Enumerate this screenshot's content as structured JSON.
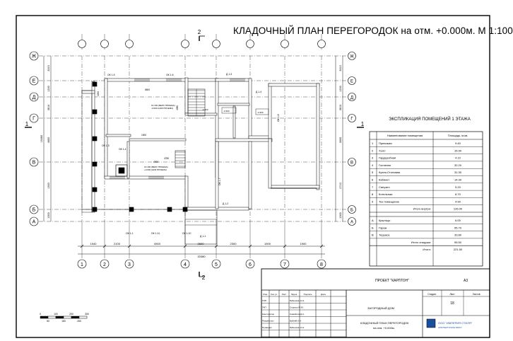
{
  "sheet": {
    "title": "КЛАДОЧНЫЙ ПЛАН ПЕРЕГОРОДОК на отм. +0.000м. М 1:100",
    "section_marks": [
      "2",
      "1",
      "1",
      "2"
    ],
    "scale_labels": [
      "0",
      "100",
      "200",
      "300",
      "50",
      "150",
      "250"
    ]
  },
  "grid": {
    "vertical_axes": [
      "1",
      "2",
      "3",
      "4",
      "5",
      "6",
      "7",
      "8"
    ],
    "horizontal_axes": [
      "Ж",
      "Е",
      "Д",
      "Г",
      "В",
      "Б",
      "А"
    ],
    "bottom_dims_1": [
      "1940",
      "2100",
      "4900",
      "2800",
      "2300",
      "1900",
      "1900"
    ],
    "bottom_total": "20380",
    "left_dims": [
      "3310",
      "1200",
      "3610",
      "4600",
      "1300",
      "1000"
    ],
    "left_total": "15460",
    "right_dims": [
      "3310",
      "1200",
      "3610",
      "3000",
      "2710",
      "1000"
    ]
  },
  "plan_labels": {
    "walls": [
      "ОК 1-5",
      "ОК 1-6",
      "Д 1-3",
      "Д 1-4",
      "ОК 1-3",
      "ОК 1-4",
      "ОК 1-1",
      "ОК 1-11",
      "ОК 1-10",
      "Д 1-1",
      "Д 1-2",
      "ОК 1-7",
      "ОК 1-8"
    ],
    "notes": [
      "±0.160 (ВЕРХ ПРОЕМА)",
      "-0.090 (НИЗ ПРОЕМА)",
      "±0.160 (ВЕРХ ПРОЕМА)",
      "+0.000 (НИЗ ПРОЕМА)",
      "-0.300",
      "-0.300",
      "-0.300"
    ],
    "dims": [
      "6800",
      "4380",
      "4500",
      "4780",
      "1200",
      "1500"
    ]
  },
  "explication": {
    "title": "ЭКСПЛИКАЦИЯ ПОМЕЩЕНИЙ 1 ЭТАЖА",
    "headers": [
      "Наименование помещения",
      "Площадь, м.кв."
    ],
    "rows": [
      [
        "1",
        "Прихожая",
        "9.40"
      ],
      [
        "2",
        "Холл",
        "15.90"
      ],
      [
        "3",
        "Гардеробная",
        "4.10"
      ],
      [
        "4",
        "Гостиная",
        "32.20"
      ],
      [
        "5",
        "Кухня-Столовая",
        "31.30"
      ],
      [
        "6",
        "Кабинет",
        "14.30"
      ],
      [
        "7",
        "Санузел",
        "5.20"
      ],
      [
        "8",
        "Котельная",
        "8.70"
      ],
      [
        "9",
        "Тех помещение",
        "4.90"
      ]
    ],
    "subtotal_inside_label": "Итого внутри:",
    "subtotal_inside": "126.00",
    "outer_rows": [
      [
        "А",
        "Крыльцо",
        "6.00"
      ],
      [
        "Б",
        "Гараж",
        "55.70"
      ],
      [
        "В",
        "Терраса",
        "33.80"
      ]
    ],
    "subtotal_outside_label": "Итого снаружи:",
    "subtotal_outside": "95.50",
    "total_label": "Итого:",
    "total": "221.50"
  },
  "stamp": {
    "project": "ПРОЕКТ \"КАРЛТОН\"",
    "format": "А3",
    "building": "ЗАГОРОДНЫЙ ДОМ",
    "drawing": "КЛАДОЧНЫЙ ПЛАН ПЕРЕГОРОДОК",
    "drawing2": "на отм. +0.000м.",
    "col_headers": [
      "Изм.",
      "Кол.уч.",
      "Лист",
      "№док.",
      "Подпись",
      "Дата"
    ],
    "roles": [
      "ГИП",
      "ГАП",
      "Конструктор",
      "Разработал",
      "Проверил"
    ],
    "names": [
      "Бабешкин Н.Н.",
      "Спорыш М.Ю.",
      "Самойлов Д.А.",
      "Бабейй А.А.",
      "Бабешкин Н.Н."
    ],
    "stage_header": "Стадия",
    "sheet_header": "Лист",
    "sheets_header": "Листов",
    "sheet_no": "18",
    "company": "ООО \"ИМПЕРИЯ СТИЛЯ\"",
    "company_sub": "АРХИТЕКТУРНОЕ БЮРО"
  },
  "colors": {
    "line": "#000000",
    "company": "#1a4fa0"
  }
}
